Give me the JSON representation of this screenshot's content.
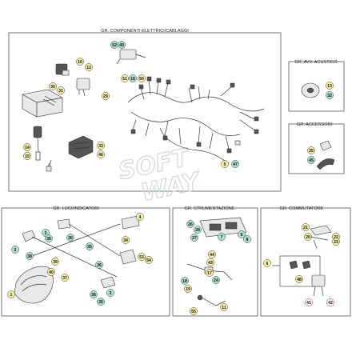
{
  "colors": {
    "callout_yellow": "#f6f1a6",
    "callout_teal": "#aee0d2",
    "callout_red_outline": "#d83a3a",
    "frame": "#555555"
  },
  "panels": {
    "elettrici": {
      "title": "GR. COMPONENTI ELETTRICI/CABLAGGI"
    },
    "acustico": {
      "title": "GR. AVV. ACUSTICO"
    },
    "accessori": {
      "title": "GR. ACCESSORI"
    },
    "luci": {
      "title": "GR. LUCI/INDICATORI"
    },
    "strumentazione": {
      "title": "GR. STRUMENTAZIONE"
    },
    "commutatore": {
      "title": "GR. COMMUTATORE"
    }
  },
  "watermark": {
    "line1": "SOFT",
    "line2": "WAY"
  },
  "callouts": [
    {
      "label": "52",
      "style": "teal"
    },
    {
      "label": "49",
      "style": "teal"
    },
    {
      "label": "51",
      "style": "yellow"
    },
    {
      "label": "16",
      "style": "teal"
    },
    {
      "label": "50",
      "style": "yellow"
    },
    {
      "label": "10",
      "style": "yellow"
    },
    {
      "label": "12",
      "style": "yellow"
    },
    {
      "label": "30",
      "style": "yellow"
    },
    {
      "label": "31",
      "style": "yellow"
    },
    {
      "label": "29",
      "style": "yellow"
    },
    {
      "label": "14",
      "style": "yellow"
    },
    {
      "label": "15",
      "style": "yellow"
    },
    {
      "label": "33",
      "style": "yellow"
    },
    {
      "label": "46",
      "style": "yellow"
    },
    {
      "label": "5",
      "style": "yellow"
    },
    {
      "label": "47",
      "style": "teal"
    },
    {
      "label": "13",
      "style": "yellow"
    },
    {
      "label": "32",
      "style": "teal"
    },
    {
      "label": "25",
      "style": "yellow"
    },
    {
      "label": "45",
      "style": "teal"
    },
    {
      "label": "4",
      "style": "yellow"
    },
    {
      "label": "34",
      "style": "yellow"
    },
    {
      "label": "3",
      "style": "teal"
    },
    {
      "label": "35",
      "style": "teal"
    },
    {
      "label": "36",
      "style": "teal"
    },
    {
      "label": "2",
      "style": "teal"
    },
    {
      "label": "38",
      "style": "teal"
    },
    {
      "label": "39",
      "style": "yellow"
    },
    {
      "label": "40",
      "style": "yellow"
    },
    {
      "label": "37",
      "style": "yellow"
    },
    {
      "label": "1",
      "style": "yellow"
    },
    {
      "label": "35",
      "style": "teal"
    },
    {
      "label": "36",
      "style": "teal"
    },
    {
      "label": "53",
      "style": "yellow"
    },
    {
      "label": "54",
      "style": "yellow"
    },
    {
      "label": "36",
      "style": "teal"
    },
    {
      "label": "35",
      "style": "teal"
    },
    {
      "label": "3",
      "style": "teal"
    },
    {
      "label": "26",
      "style": "teal"
    },
    {
      "label": "28",
      "style": "teal"
    },
    {
      "label": "27",
      "style": "teal"
    },
    {
      "label": "7",
      "style": "teal"
    },
    {
      "label": "9",
      "style": "teal"
    },
    {
      "label": "8",
      "style": "teal"
    },
    {
      "label": "44",
      "style": "yellow"
    },
    {
      "label": "43",
      "style": "yellow"
    },
    {
      "label": "17",
      "style": "yellow"
    },
    {
      "label": "18",
      "style": "teal"
    },
    {
      "label": "19",
      "style": "yellow"
    },
    {
      "label": "24",
      "style": "teal"
    },
    {
      "label": "11",
      "style": "yellow"
    },
    {
      "label": "55",
      "style": "yellow"
    },
    {
      "label": "21",
      "style": "yellow"
    },
    {
      "label": "20",
      "style": "yellow"
    },
    {
      "label": "22",
      "style": "yellow"
    },
    {
      "label": "23",
      "style": "yellow"
    },
    {
      "label": "6",
      "style": "yellow"
    },
    {
      "label": "48",
      "style": "yellow"
    },
    {
      "label": "41",
      "style": "red"
    },
    {
      "label": "42",
      "style": "red"
    }
  ]
}
